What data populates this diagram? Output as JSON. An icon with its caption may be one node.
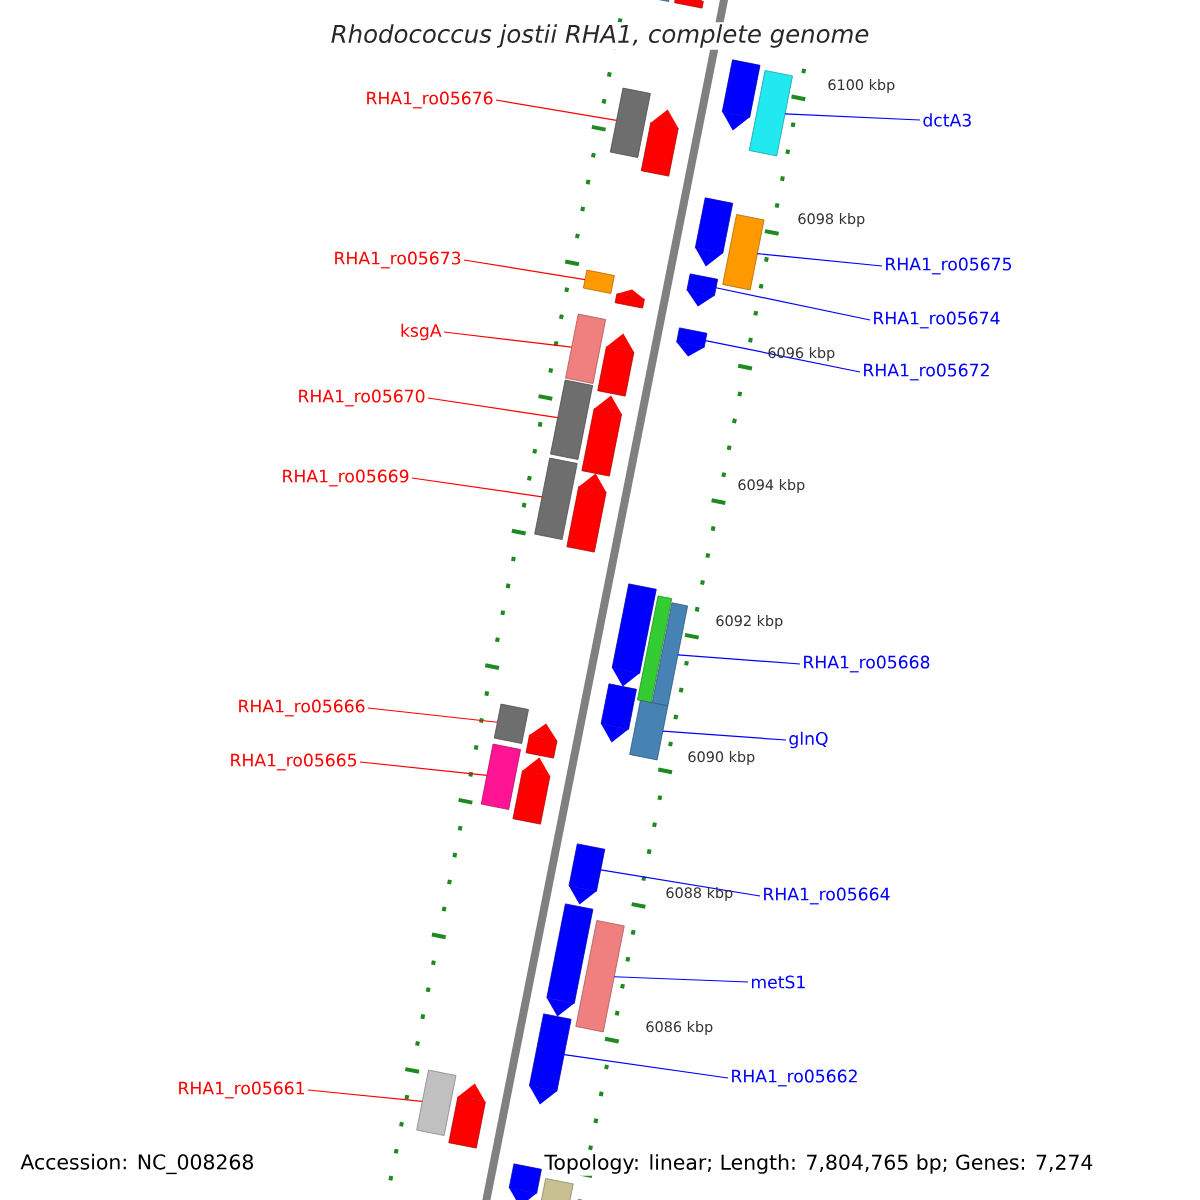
{
  "diagram": {
    "title": "Rhodococcus jostii RHA1, complete genome",
    "nodes": [
      {
        "text": [
          "RHA1_ro05676"
        ]
      },
      {
        "text": [
          "dctA3"
        ]
      },
      {
        "text": [
          "RHA1_ro05675"
        ]
      },
      {
        "text": [
          "RHA1_ro05673"
        ]
      },
      {
        "text": [
          "RHA1_ro05674"
        ]
      },
      {
        "text": [
          "ksgA"
        ]
      },
      {
        "text": [
          "RHA1_ro05672"
        ]
      },
      {
        "text": [
          "RHA1_ro05670"
        ]
      },
      {
        "text": [
          "RHA1_ro05669"
        ]
      },
      {
        "text": [
          "RHA1_ro05668"
        ]
      },
      {
        "text": [
          "RHA1_ro05666"
        ]
      },
      {
        "text": [
          "glnQ"
        ]
      },
      {
        "text": [
          "RHA1_ro05665"
        ]
      },
      {
        "text": [
          "RHA1_ro05664"
        ]
      },
      {
        "text": [
          "metS1"
        ]
      },
      {
        "text": [
          "RHA1_ro05662"
        ]
      },
      {
        "text": [
          "RHA1_ro05661"
        ]
      },
      {
        "text": [],
        "shape": "box"
      },
      {
        "text": [],
        "shape": "pentagon"
      },
      {
        "text": [],
        "shape": "pentagon"
      },
      {
        "text": [],
        "shape": "box"
      },
      {
        "text": [],
        "shape": "box"
      },
      {
        "text": [],
        "shape": "pentagon"
      },
      {
        "text": [],
        "shape": "pentagon"
      },
      {
        "text": [],
        "shape": "box"
      },
      {
        "text": [],
        "shape": "pentagon"
      },
      {
        "text": [],
        "shape": "box"
      },
      {
        "text": [],
        "shape": "pentagon"
      },
      {
        "text": [],
        "shape": "pentagon"
      },
      {
        "text": [],
        "shape": "box"
      },
      {
        "text": [],
        "shape": "pentagon"
      },
      {
        "text": [],
        "shape": "box"
      },
      {
        "text": [],
        "shape": "pentagon"
      },
      {
        "text": [],
        "shape": "box"
      },
      {
        "text": [],
        "shape": "pentagon"
      },
      {
        "text": [],
        "shape": "pentagon"
      },
      {
        "text": [],
        "shape": "box"
      },
      {
        "text": [],
        "shape": "box"
      },
      {
        "text": [],
        "shape": "pentagon"
      },
      {
        "text": [],
        "shape": "box"
      },
      {
        "text": [],
        "shape": "box"
      },
      {
        "text": [],
        "shape": "pentagon"
      },
      {
        "text": [],
        "shape": "box"
      },
      {
        "text": [],
        "shape": "pentagon"
      },
      {
        "text": [],
        "shape": "pentagon"
      },
      {
        "text": [],
        "shape": "pentagon"
      },
      {
        "text": [],
        "shape": "box"
      },
      {
        "text": [],
        "shape": "pentagon"
      },
      {
        "text": [],
        "shape": "box"
      },
      {
        "text": [],
        "shape": "pentagon"
      },
      {
        "text": [],
        "shape": "pentagon"
      },
      {
        "text": [],
        "shape": "box"
      }
    ],
    "edges": [
      {
        "from": 0,
        "to": 21,
        "arrow": "none",
        "color": "#ff0000"
      },
      {
        "from": 1,
        "to": 20,
        "arrow": "none",
        "color": "#0000ff"
      },
      {
        "from": 2,
        "to": 24,
        "arrow": "none",
        "color": "#0000ff"
      },
      {
        "from": 3,
        "to": 26,
        "arrow": "none",
        "color": "#ff0000"
      },
      {
        "from": 4,
        "to": 25,
        "arrow": "none",
        "color": "#0000ff"
      },
      {
        "from": 5,
        "to": 29,
        "arrow": "none",
        "color": "#ff0000"
      },
      {
        "from": 6,
        "to": 28,
        "arrow": "none",
        "color": "#0000ff"
      },
      {
        "from": 7,
        "to": 31,
        "arrow": "none",
        "color": "#ff0000"
      },
      {
        "from": 8,
        "to": 33,
        "arrow": "none",
        "color": "#ff0000"
      },
      {
        "from": 9,
        "to": 37,
        "arrow": "none",
        "color": "#0000ff"
      },
      {
        "from": 10,
        "to": 40,
        "arrow": "none",
        "color": "#ff0000"
      },
      {
        "from": 11,
        "to": 39,
        "arrow": "none",
        "color": "#0000ff"
      },
      {
        "from": 12,
        "to": 42,
        "arrow": "none",
        "color": "#ff0000"
      },
      {
        "from": 13,
        "to": 44,
        "arrow": "none",
        "color": "#0000ff"
      },
      {
        "from": 14,
        "to": 46,
        "arrow": "none",
        "color": "#0000ff"
      },
      {
        "from": 15,
        "to": 47,
        "arrow": "none",
        "color": "#0000ff"
      },
      {
        "from": 16,
        "to": 48,
        "arrow": "none",
        "color": "#ff0000"
      }
    ],
    "labels": [
      "6100 kbp",
      "6098 kbp",
      "6096 kbp",
      "6094 kbp",
      "6092 kbp",
      "6090 kbp",
      "6088 kbp",
      "6086 kbp",
      "Accession: NC_008268",
      "Topology: linear; Length: 7,804,765 bp; Genes: 7,274"
    ]
  }
}
